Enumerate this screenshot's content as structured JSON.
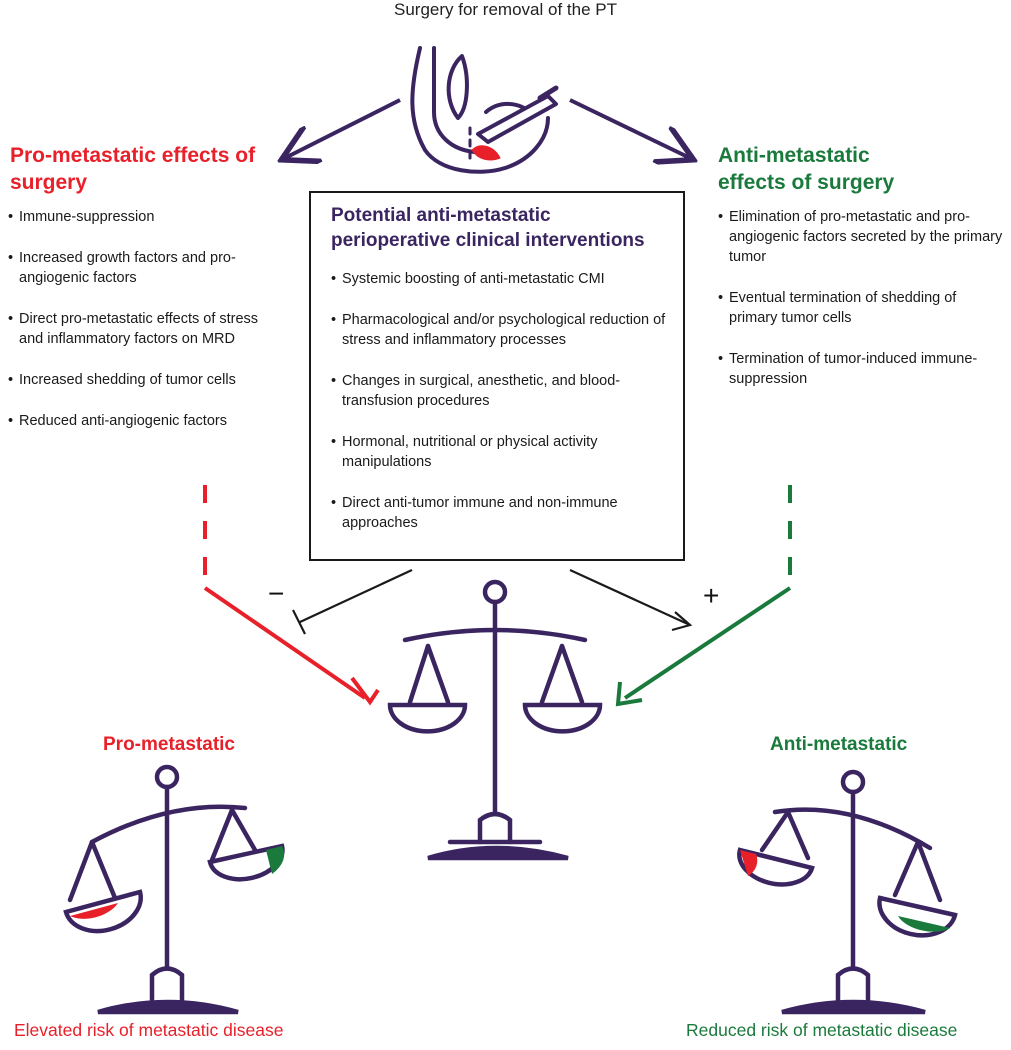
{
  "top_caption": "Surgery for removal of the PT",
  "pro": {
    "title": "Pro-metastatic effects of surgery",
    "items": [
      "Immune-suppression",
      "Increased growth factors and pro-angiogenic factors",
      "Direct pro-metastatic effects of stress and inflammatory factors on MRD",
      "Increased shedding of tumor cells",
      "Reduced anti-angiogenic factors"
    ]
  },
  "anti": {
    "title": "Anti-metastatic effects of surgery",
    "items": [
      "Elimination of pro-metastatic and pro-angiogenic factors secreted by the primary tumor",
      "Eventual termination of shedding of primary tumor cells",
      "Termination of tumor-induced immune-suppression"
    ]
  },
  "interventions": {
    "title": "Potential anti-metastatic perioperative clinical interventions",
    "items": [
      "Systemic boosting of anti-metastatic CMI",
      "Pharmacological and/or psychological reduction of stress and inflammatory processes",
      "Changes in surgical, anesthetic, and blood-transfusion procedures",
      "Hormonal, nutritional or physical activity manipulations",
      "Direct anti-tumor immune and non-immune approaches"
    ]
  },
  "signs": {
    "minus": "−",
    "plus": "+"
  },
  "outcomes": {
    "pro_title": "Pro-metastatic",
    "pro_risk": "Elevated risk of metastatic disease",
    "anti_title": "Anti-metastatic",
    "anti_risk": "Reduced risk of metastatic disease"
  },
  "colors": {
    "red": "#e8202a",
    "green": "#1a7a3c",
    "purple": "#3a2560",
    "black": "#1a1a1a"
  }
}
